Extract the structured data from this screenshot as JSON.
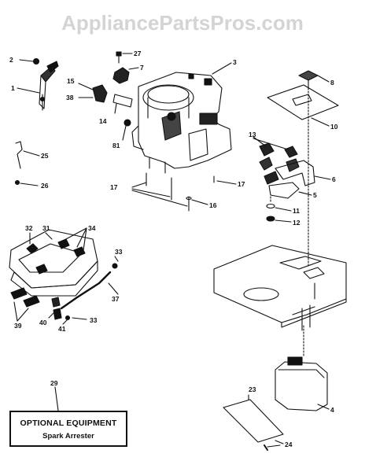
{
  "watermark": "AppliancePartsPros.com",
  "optional_box": {
    "title": "OPTIONAL EQUIPMENT",
    "subtitle": "Spark Arrester"
  },
  "callouts": [
    {
      "id": "c2",
      "text": "2"
    },
    {
      "id": "c1",
      "text": "1"
    },
    {
      "id": "c27",
      "text": "27"
    },
    {
      "id": "c7",
      "text": "7"
    },
    {
      "id": "c3",
      "text": "3"
    },
    {
      "id": "c15",
      "text": "15"
    },
    {
      "id": "c38",
      "text": "38"
    },
    {
      "id": "c14",
      "text": "14"
    },
    {
      "id": "c81",
      "text": "81"
    },
    {
      "id": "c8",
      "text": "8"
    },
    {
      "id": "c10",
      "text": "10"
    },
    {
      "id": "c13",
      "text": "13"
    },
    {
      "id": "c6",
      "text": "6"
    },
    {
      "id": "c5",
      "text": "5"
    },
    {
      "id": "c11",
      "text": "11"
    },
    {
      "id": "c12",
      "text": "12"
    },
    {
      "id": "c25",
      "text": "25"
    },
    {
      "id": "c26",
      "text": "26"
    },
    {
      "id": "c17a",
      "text": "17"
    },
    {
      "id": "c17b",
      "text": "17"
    },
    {
      "id": "c16",
      "text": "16"
    },
    {
      "id": "c32",
      "text": "32"
    },
    {
      "id": "c31",
      "text": "31"
    },
    {
      "id": "c34",
      "text": "34"
    },
    {
      "id": "c33a",
      "text": "33"
    },
    {
      "id": "c37",
      "text": "37"
    },
    {
      "id": "c39",
      "text": "39"
    },
    {
      "id": "c40",
      "text": "40"
    },
    {
      "id": "c41",
      "text": "41"
    },
    {
      "id": "c33b",
      "text": "33"
    },
    {
      "id": "c29",
      "text": "29"
    },
    {
      "id": "c23",
      "text": "23"
    },
    {
      "id": "c4",
      "text": "4"
    },
    {
      "id": "c24",
      "text": "24"
    }
  ]
}
